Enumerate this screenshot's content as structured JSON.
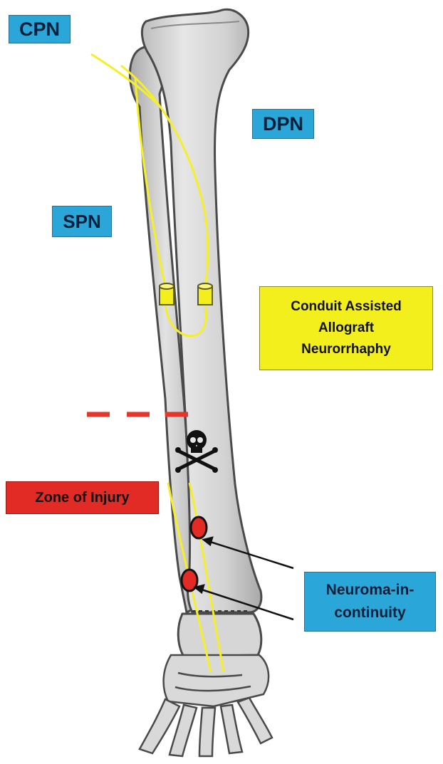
{
  "labels": {
    "cpn": "CPN",
    "dpn": "DPN",
    "spn": "SPN",
    "conduit": "Conduit Assisted\nAllograft\nNeurorrhaphy",
    "zone_of_injury": "Zone of Injury",
    "neuroma": "Neuroma-in-\ncontinuity"
  },
  "colors": {
    "label_blue": "#2aa7d8",
    "label_yellow": "#f2ef1c",
    "label_red": "#e32b26",
    "nerve_yellow": "#f5ef2a",
    "neuroma_red": "#e32b26",
    "injury_dash": "#e6352b",
    "bone_fill": "#d9d9d9",
    "bone_outline": "#4a4a4a"
  },
  "icons": {
    "injury_marker": "skull-and-crossbones-icon"
  }
}
